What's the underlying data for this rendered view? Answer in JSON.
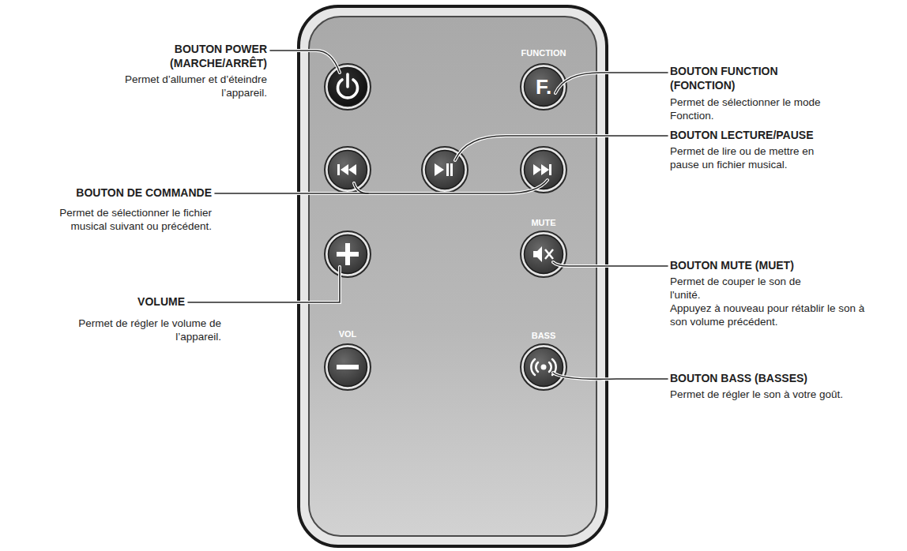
{
  "diagram": {
    "labels": [
      "BOUTON POWER (MARCHE/ARRÊT)",
      "Permet d’allumer et d’éteindre l’appareil.",
      "BOUTON DE COMMANDE",
      "Permet de sélectionner le fichier musical suivant ou précédent.",
      "VOLUME",
      "Permet de régler le volume de l’appareil.",
      "BOUTON FUNCTION (FONCTION)",
      "Permet de sélectionner le mode Fonction.",
      "BOUTON LECTURE/PAUSE",
      "Permet de lire ou de mettre en pause un fichier musical.",
      "BOUTON MUTE (MUET)",
      "Permet de couper le son de l'unité.",
      "Appuyez à nouveau pour rétablir le son à son volume précédent.",
      "BOUTON BASS (BASSES)",
      "Permet de régler le son à votre goût.",
      "FUNCTION",
      "F.",
      "MUTE",
      "VOL",
      "BASS"
    ]
  }
}
